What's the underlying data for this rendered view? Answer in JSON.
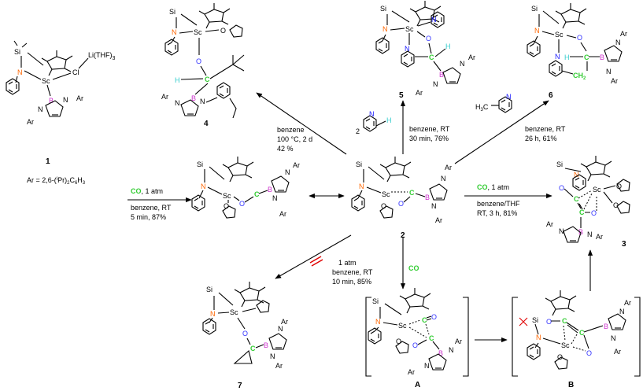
{
  "compounds": {
    "c1": "1",
    "c2": "2",
    "c3": "3",
    "c4": "4",
    "c5": "5",
    "c6": "6",
    "c7": "7",
    "cA": "A",
    "cB": "B"
  },
  "definitions": {
    "ar_prefix": "Ar = 2,6-(",
    "ar_ipr": "i",
    "ar_suffix": "Pr)",
    "ar_sub2": "2",
    "ar_c6h3": "C",
    "ar_sub6": "6",
    "ar_h3": "H",
    "ar_sub3": "3"
  },
  "atoms": {
    "si": "Si",
    "sc": "Sc",
    "n": "N",
    "b": "B",
    "ar": "Ar",
    "cl": "Cl",
    "li": "Li(THF)",
    "li_sub": "3",
    "o": "O",
    "c": "C",
    "h": "H",
    "ch2": "CH",
    "ch2_sub": "2"
  },
  "conditions": {
    "r1_reagent_co": "CO",
    "r1_reagent_rest": ", 1 atm",
    "r1_line2": "benzene, RT",
    "r1_line3": "5 min,  87%",
    "r4_line1": "benzene",
    "r4_line2": "100 °C, 2 d",
    "r4_line3": "42 %",
    "r5_coef": "2",
    "r5_h": "H",
    "r5_line1": "benzene, RT",
    "r5_line2": "30 min, 76%",
    "r6_line1": "benzene, RT",
    "r6_line2": "26 h, 61%",
    "r3_reagent_co": "CO",
    "r3_reagent_rest": ", 1 atm",
    "r3_line2": "benzene/THF",
    "r3_line3": "RT, 3 h, 81%",
    "r7_line1": "1 atm",
    "r7_line2": "benzene, RT",
    "r7_line3": "10 min, 85%",
    "rA_reagent": "CO"
  }
}
